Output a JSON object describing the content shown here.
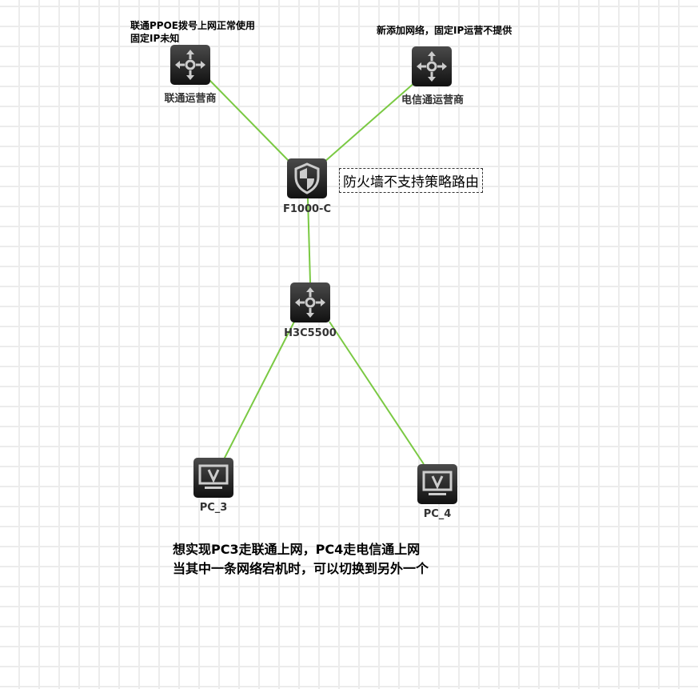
{
  "nodes": {
    "unicom": {
      "label": "联通运营商",
      "icon": "router-icon"
    },
    "telecom": {
      "label": "电信通运营商",
      "icon": "router-icon"
    },
    "firewall": {
      "label": "F1000-C",
      "icon": "shield-icon"
    },
    "switch": {
      "label": "H3C5500",
      "icon": "router-icon"
    },
    "pc3": {
      "label": "PC_3",
      "icon": "monitor-icon"
    },
    "pc4": {
      "label": "PC_4",
      "icon": "monitor-icon"
    }
  },
  "notes": {
    "unicom_line1": "联通PPOE拨号上网正常使用",
    "unicom_line2": "固定IP未知",
    "telecom": "新添加网络，固定IP运营不提供",
    "firewall": "防火墙不支持策略路由",
    "goal_line1": "想实现PC3走联通上网，PC4走电信通上网",
    "goal_line2": "当其中一条网络宕机时，可以切换到另外一个"
  },
  "colors": {
    "link": "#7ac943"
  }
}
